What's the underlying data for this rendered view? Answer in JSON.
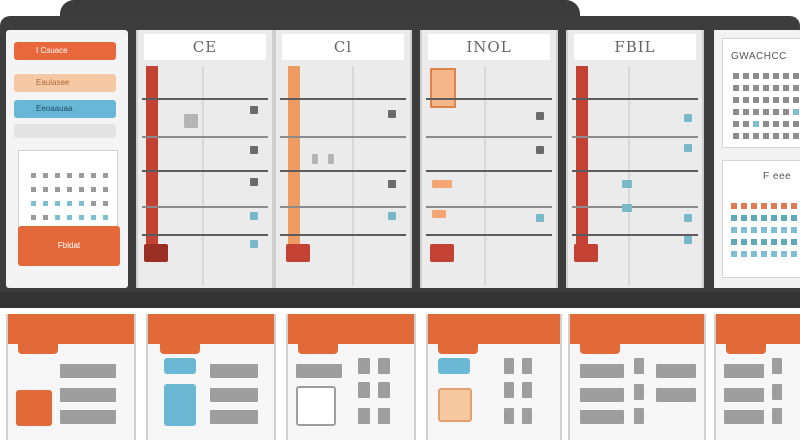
{
  "sidebar": {
    "buttons": [
      {
        "label": "I Csuace",
        "color": "#e8683c"
      },
      {
        "label": "Eaulasee",
        "color": "#f6c8a3"
      },
      {
        "label": "Eeoaauaa",
        "color": "#68b7d6"
      }
    ],
    "cta_label": "Fbldat"
  },
  "columns": [
    {
      "title": "CE"
    },
    {
      "title": "Cl"
    },
    {
      "title": "INOL"
    },
    {
      "title": "FBIL"
    }
  ],
  "right_panel": {
    "title": "GWACHCC",
    "subtitle": "F eee"
  },
  "colors": {
    "housing": "#3d3d3e",
    "orange": "#e26a39",
    "peach": "#f7c29a",
    "blue": "#6ab8d4",
    "red": "#c0392b",
    "teal": "#5fa8b8",
    "gray": "#9e9e9e"
  }
}
